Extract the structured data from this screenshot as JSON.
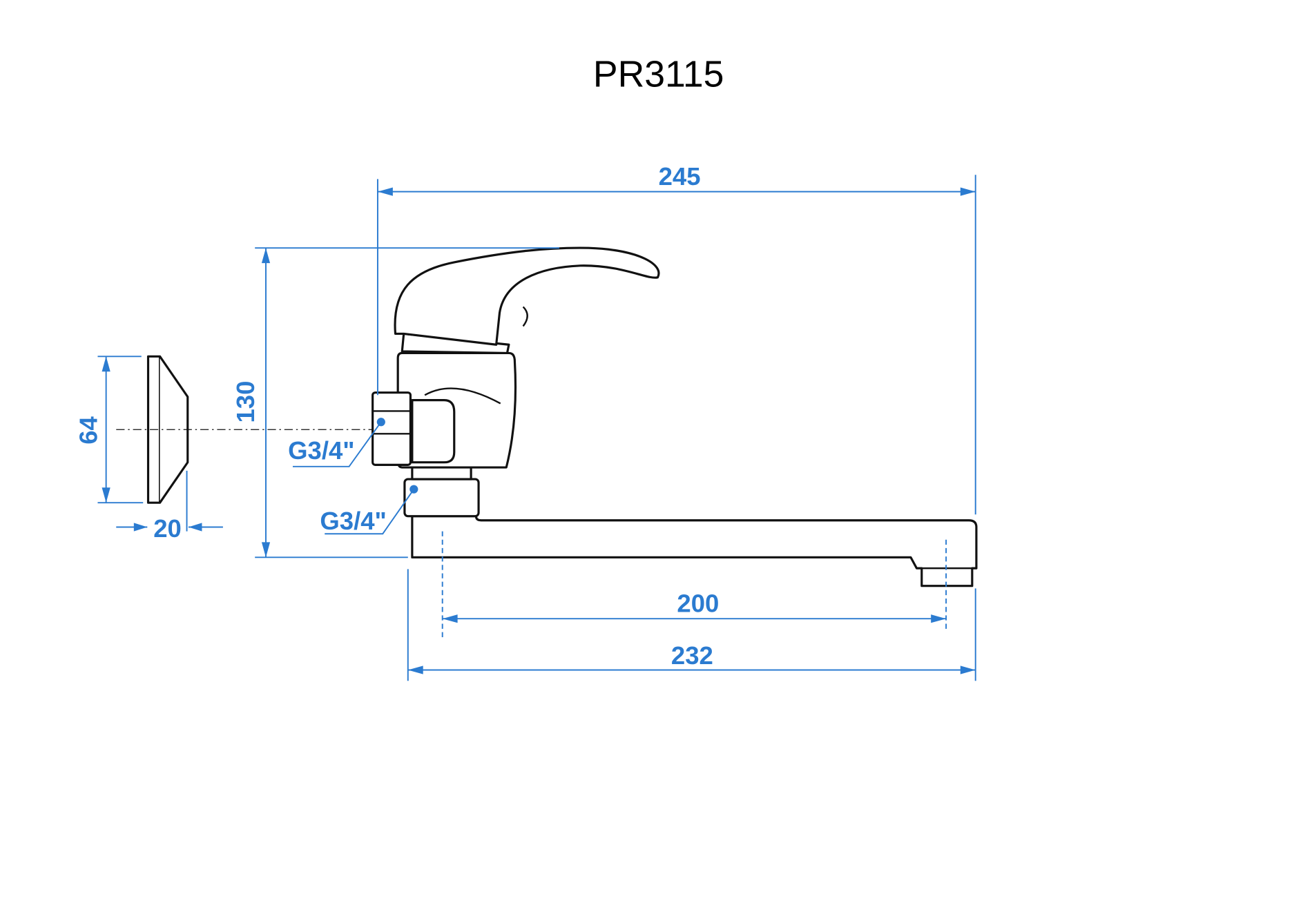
{
  "title": "PR3115",
  "dimensions": {
    "overall_length": "245",
    "height": "130",
    "escutcheon_diameter": "64",
    "escutcheon_depth": "20",
    "spout_reach": "200",
    "spout_length": "232"
  },
  "thread_labels": [
    "G3/4\"",
    "G3/4\""
  ],
  "colors": {
    "dimension": "#2b7bd0",
    "outline": "#111111"
  }
}
